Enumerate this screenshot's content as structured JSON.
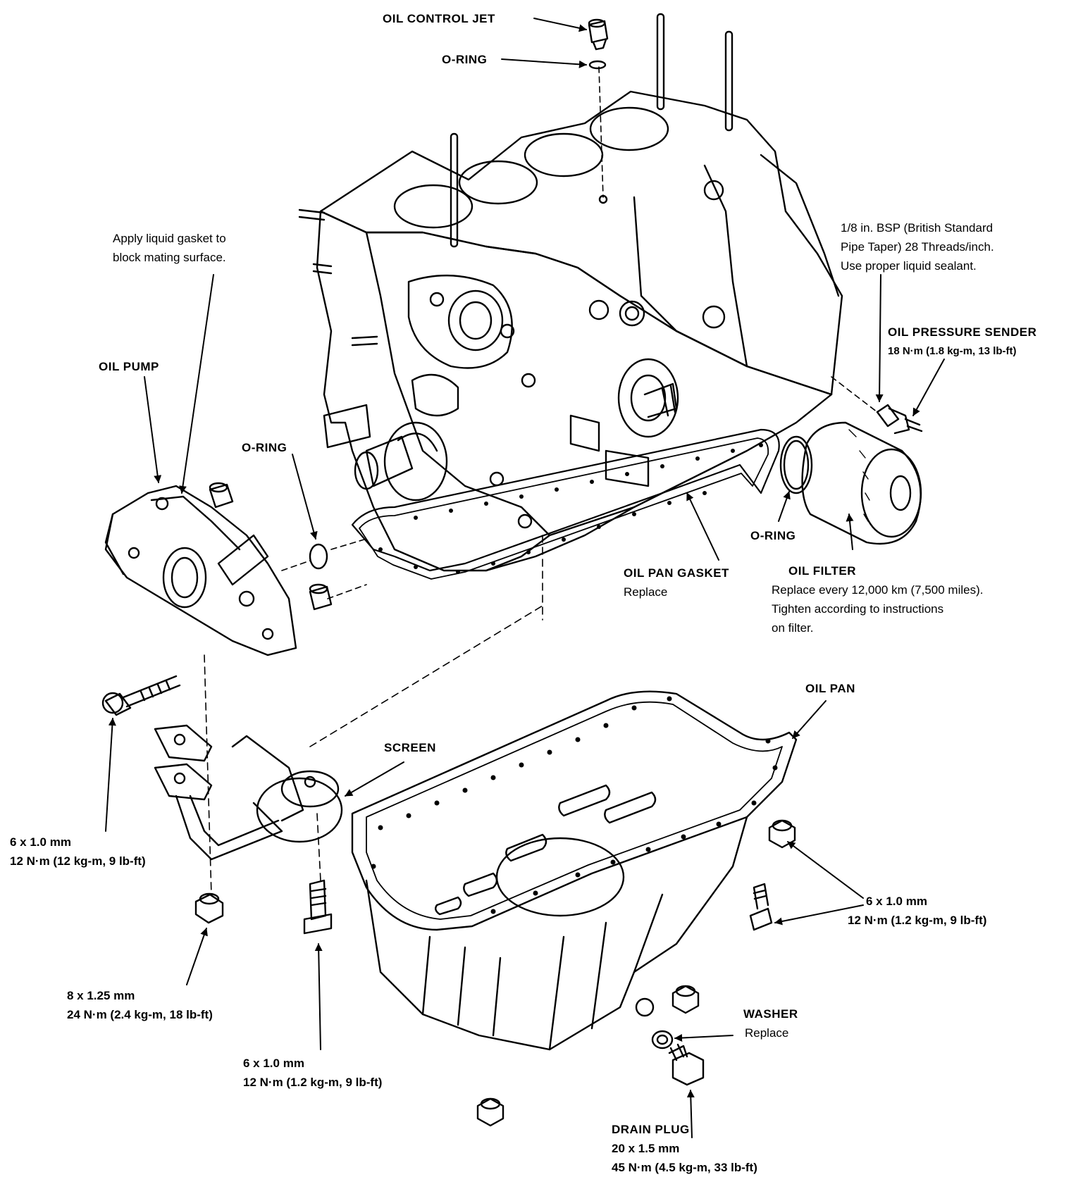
{
  "labels": {
    "oil_control_jet": "OIL CONTROL JET",
    "o_ring_top": "O-RING",
    "liquid_gasket_note": [
      "Apply liquid gasket to",
      "block mating surface."
    ],
    "bsp_note": [
      "1/8 in. BSP (British Standard",
      "Pipe Taper) 28 Threads/inch.",
      "Use proper liquid sealant."
    ],
    "oil_pressure_sender": "OIL PRESSURE SENDER",
    "oil_pressure_sender_torque": "18 N·m (1.8 kg-m, 13 lb-ft)",
    "oil_pump": "OIL PUMP",
    "o_ring_pump": "O-RING",
    "o_ring_filter": "O-RING",
    "oil_pan_gasket": "OIL PAN GASKET",
    "oil_pan_gasket_note": "Replace",
    "oil_filter": "OIL FILTER",
    "oil_filter_note": [
      "Replace every 12,000 km (7,500 miles).",
      "Tighten according to instructions",
      "on filter."
    ],
    "oil_pan": "OIL PAN",
    "screen": "SCREEN",
    "bolt_pump": [
      "6 x 1.0 mm",
      "12 N·m (12 kg-m, 9 lb-ft)"
    ],
    "bolt_right": [
      "6 x 1.0 mm",
      "12 N·m (1.2 kg-m, 9 lb-ft)"
    ],
    "nut_left": [
      "8 x 1.25 mm",
      "24 N·m (2.4 kg-m, 18 lb-ft)"
    ],
    "bolt_center": [
      "6 x 1.0 mm",
      "12 N·m (1.2 kg-m, 9 lb-ft)"
    ],
    "washer": "WASHER",
    "washer_note": "Replace",
    "drain_plug": "DRAIN PLUG",
    "drain_plug_spec": [
      "20 x 1.5 mm",
      "45 N·m (4.5 kg-m, 33 lb-ft)"
    ]
  }
}
